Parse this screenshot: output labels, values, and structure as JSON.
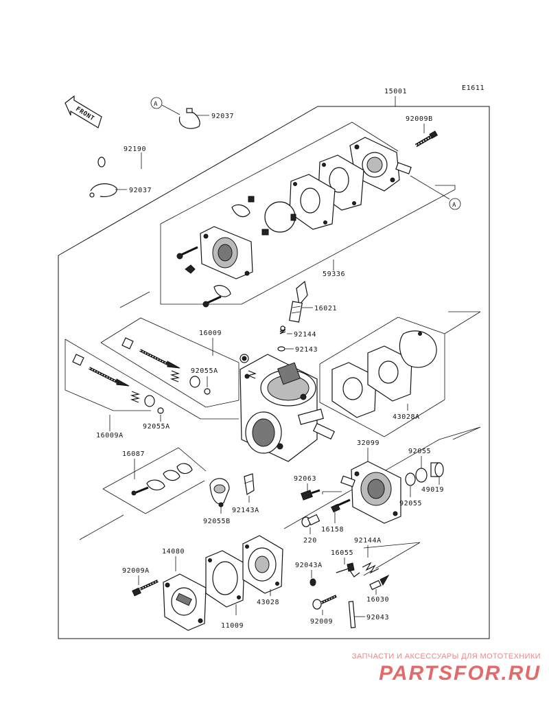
{
  "diagram_code": "E1611",
  "front_label": "FRONT",
  "assembly_number": "15001",
  "callout_a": "A",
  "labels": {
    "p92037_top": "92037",
    "p92190": "92190",
    "p92037_bottom": "92037",
    "p92009B": "92009B",
    "p59336": "59336",
    "p16021": "16021",
    "p16009": "16009",
    "p92144": "92144",
    "p92143": "92143",
    "p92055A_upper": "92055A",
    "p43028A": "43028A",
    "p16009A": "16009A",
    "p92055A_lower": "92055A",
    "p32099": "32099",
    "p92055_right": "92055",
    "p49019": "49019",
    "p16087": "16087",
    "p92063": "92063",
    "p92055_lower": "92055",
    "p92055B": "92055B",
    "p92143A": "92143A",
    "p16158": "16158",
    "p220": "220",
    "p92144A": "92144A",
    "p14080": "14080",
    "p16055": "16055",
    "p92043A": "92043A",
    "p92009A": "92009A",
    "p43028": "43028",
    "p16030": "16030",
    "p11009": "11009",
    "p92009": "92009",
    "p92043": "92043"
  },
  "watermark": {
    "tagline": "ЗАПЧАСТИ И АКСЕССУАРЫ ДЛЯ МОТОТЕХНИКИ",
    "logo": "PARTSFOR.RU"
  }
}
